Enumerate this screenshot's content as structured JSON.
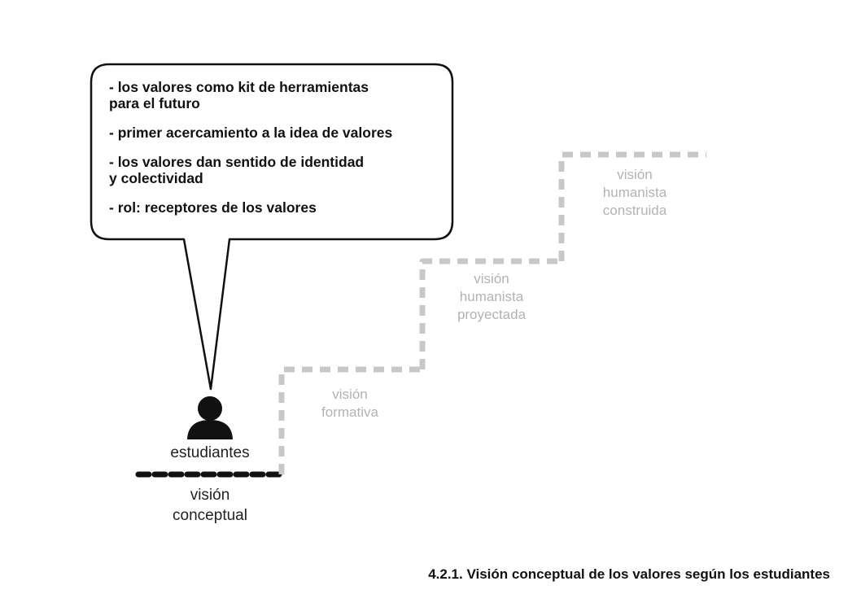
{
  "bubble": {
    "items": [
      {
        "line1": "- los valores como kit de herramientas",
        "line2": "para el futuro"
      },
      {
        "line1": "- primer acercamiento a la idea de valores",
        "line2": ""
      },
      {
        "line1": "- los valores dan sentido de identidad",
        "line2": "y colectividad"
      },
      {
        "line1": "- rol: receptores de los valores",
        "line2": ""
      }
    ]
  },
  "actor": {
    "label": "estudiantes",
    "icon": "person-icon"
  },
  "steps": [
    {
      "line1": "visión",
      "line2": "conceptual",
      "line3": "",
      "color": "#111111"
    },
    {
      "line1": "visión",
      "line2": "formativa",
      "line3": "",
      "color": "#c8c8c8"
    },
    {
      "line1": "visión",
      "line2": "humanista",
      "line3": "proyectada",
      "color": "#c8c8c8"
    },
    {
      "line1": "visión",
      "line2": "humanista",
      "line3": "construida",
      "color": "#c8c8c8"
    }
  ],
  "caption": "4.2.1. Visión conceptual de los valores según los estudiantes"
}
